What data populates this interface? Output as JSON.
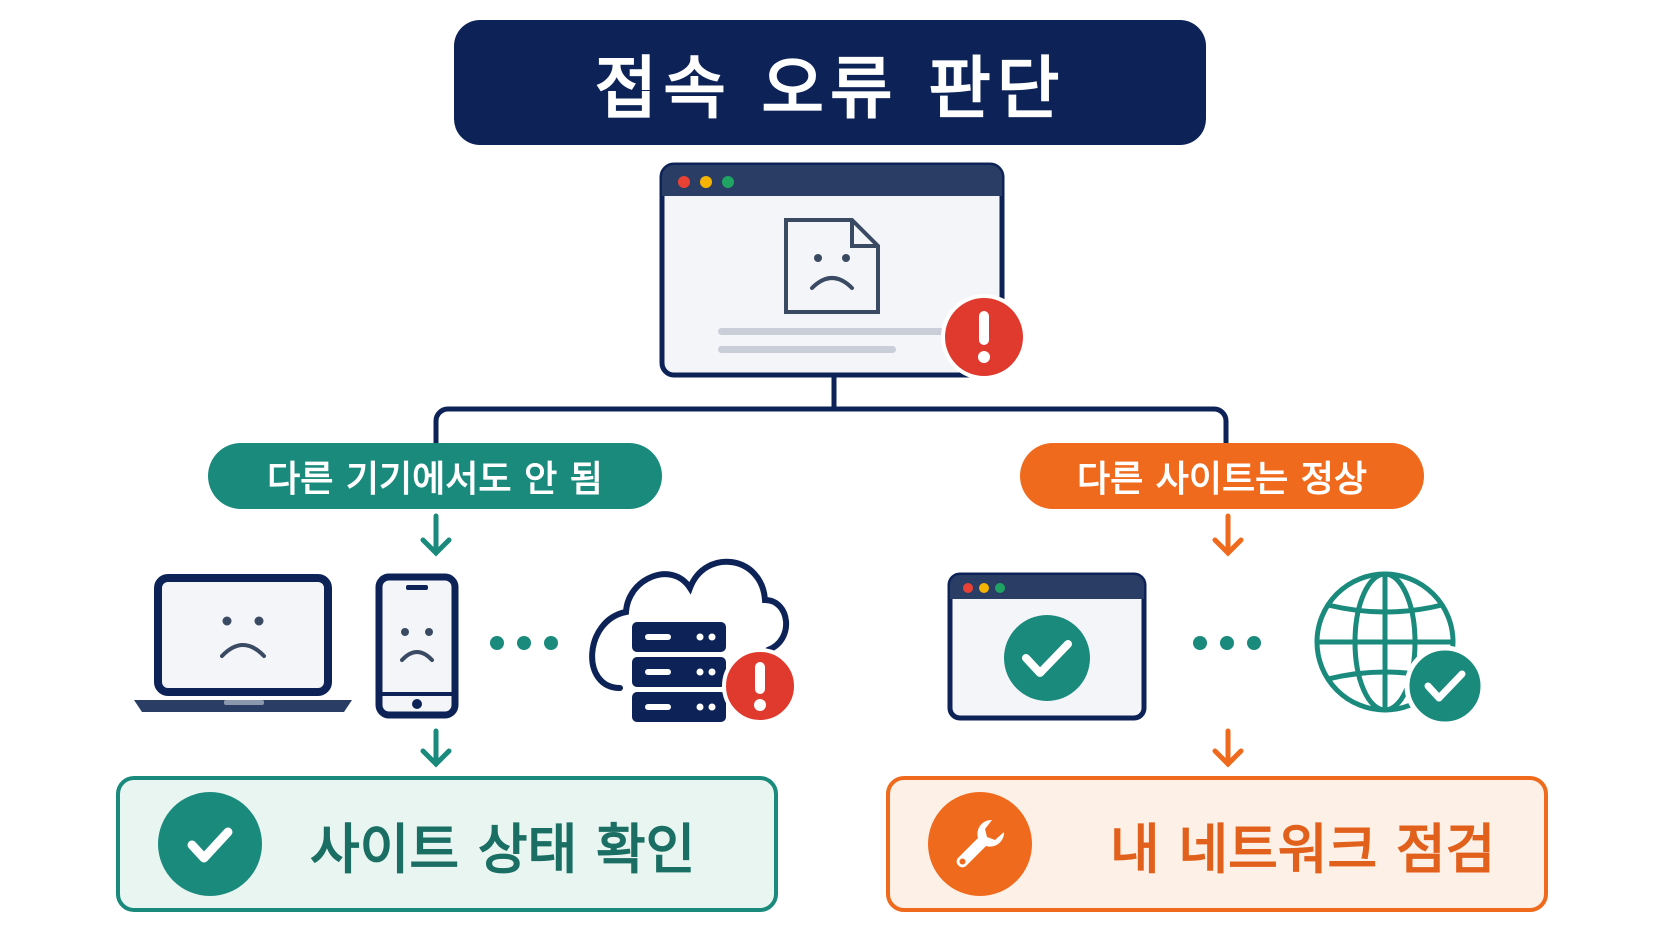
{
  "title": "접속 오류 판단",
  "branches": {
    "left": {
      "condition": "다른 기기에서도 안 됨",
      "result": "사이트 상태 확인",
      "icons": [
        "laptop-sad-icon",
        "phone-sad-icon",
        "cloud-server-error-icon"
      ]
    },
    "right": {
      "condition": "다른 사이트는 정상",
      "result": "내 네트워크 점검",
      "icons": [
        "browser-check-icon",
        "globe-check-icon"
      ]
    }
  },
  "colors": {
    "navy": "#0d2357",
    "teal": "#1a8a7d",
    "orange": "#ef6a1c",
    "red": "#e03a2f"
  }
}
